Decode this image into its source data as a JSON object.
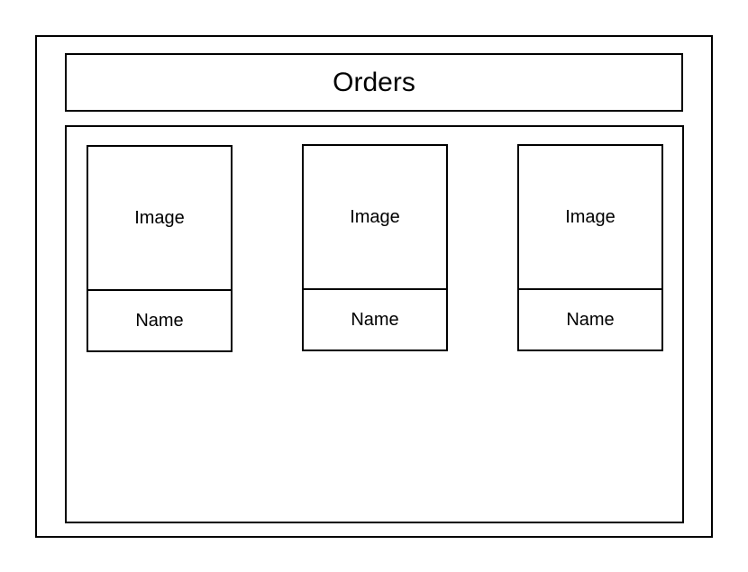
{
  "header": {
    "title": "Orders"
  },
  "cards": [
    {
      "image_label": "Image",
      "name_label": "Name"
    },
    {
      "image_label": "Image",
      "name_label": "Name"
    },
    {
      "image_label": "Image",
      "name_label": "Name"
    }
  ]
}
